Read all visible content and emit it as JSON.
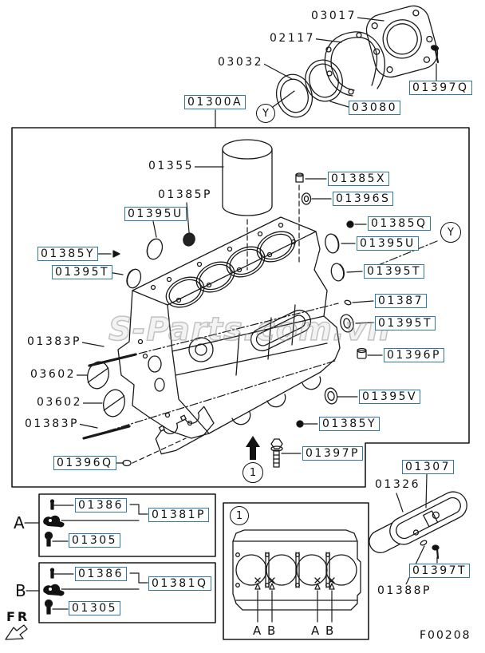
{
  "colors": {
    "line": "#1a1a1a",
    "label_box_border": "#3079a7",
    "watermark": "#999999"
  },
  "watermark": {
    "text": "S-Parts.com.vn"
  },
  "footer": {
    "figure_code": "F00208",
    "front_marker": "FR"
  },
  "markers": {
    "y": "Y",
    "one": "1",
    "a": "A",
    "b": "B"
  },
  "parts": {
    "01300A": "01300A",
    "03017": "03017",
    "02117": "02117",
    "03032": "03032",
    "03080": "03080",
    "01397Q": "01397Q",
    "01355": "01355",
    "01385P": "01385P",
    "01395U": "01395U",
    "01385X": "01385X",
    "01396S": "01396S",
    "01385Q": "01385Q",
    "01385Y": "01385Y",
    "01395T": "01395T",
    "01387": "01387",
    "01396P": "01396P",
    "01383P": "01383P",
    "03602": "03602",
    "01395V": "01395V",
    "01396Q": "01396Q",
    "01397P": "01397P",
    "01307": "01307",
    "01326": "01326",
    "01397T": "01397T",
    "01388P": "01388P",
    "01386": "01386",
    "01381P": "01381P",
    "01381Q": "01381Q",
    "01305": "01305"
  }
}
